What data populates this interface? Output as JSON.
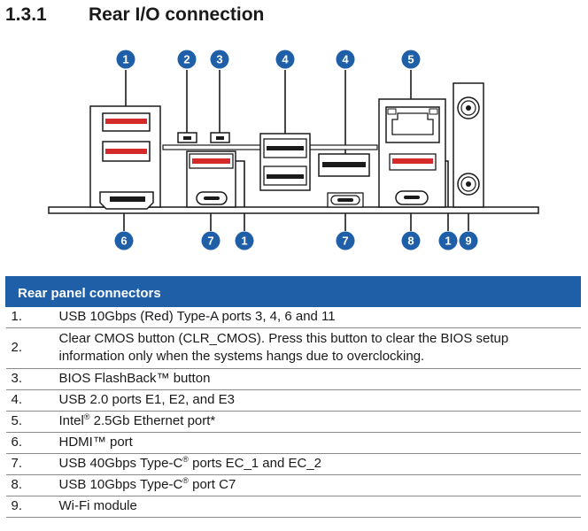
{
  "section": {
    "number": "1.3.1",
    "title": "Rear I/O connection"
  },
  "callouts": {
    "top": [
      "1",
      "2",
      "3",
      "4",
      "4",
      "5"
    ],
    "bottom": [
      "6",
      "7",
      "1",
      "7",
      "8",
      "1",
      "9"
    ]
  },
  "colors": {
    "accent": "#1f5fa8",
    "usb_red": "#d42a2a",
    "port_black": "#1a1a1a"
  },
  "table": {
    "header": "Rear panel connectors",
    "rows": [
      {
        "index": "1.",
        "desc": "USB 10Gbps (Red) Type-A ports 3, 4, 6 and 11"
      },
      {
        "index": "2.",
        "desc_line1": "Clear CMOS button (CLR_CMOS). Press this button to clear the BIOS setup",
        "desc_line2": "information only when the systems hangs due to overclocking."
      },
      {
        "index": "3.",
        "desc": "BIOS FlashBack™ button"
      },
      {
        "index": "4.",
        "desc": "USB 2.0 ports E1, E2, and E3"
      },
      {
        "index": "5.",
        "desc_pre": "Intel",
        "desc_sup": "®",
        "desc_post": " 2.5Gb Ethernet port*"
      },
      {
        "index": "6.",
        "desc": "HDMI™ port"
      },
      {
        "index": "7.",
        "desc_pre": "USB 40Gbps Type-C",
        "desc_sup": "®",
        "desc_post": " ports EC_1 and EC_2"
      },
      {
        "index": "8.",
        "desc_pre": "USB 10Gbps Type-C",
        "desc_sup": "®",
        "desc_post": " port C7"
      },
      {
        "index": "9.",
        "desc": "Wi-Fi module"
      }
    ]
  }
}
